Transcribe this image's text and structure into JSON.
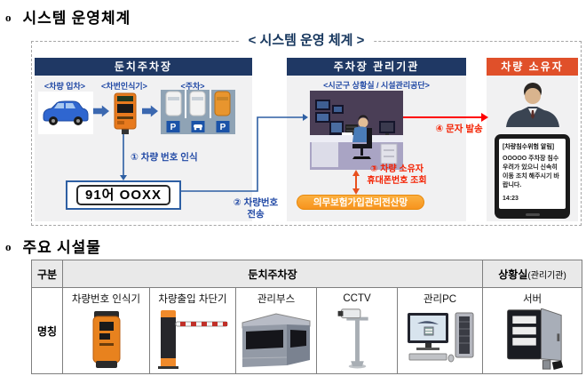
{
  "sections": {
    "bullet": "o",
    "system_title": "시스템 운영체계",
    "facilities_title": "주요 시설물"
  },
  "diagram": {
    "caption": "< 시스템 운영 체계 >",
    "parking_lot": {
      "header": "둔치주차장",
      "entry_label": "<차량 입차>",
      "recognizer_label": "<차번인식기>",
      "parking_label": "<주차>",
      "p_sign": "P",
      "step1": "① 차량 번호 인식",
      "plate_number": "91어 OOXX",
      "step2_line1": "② 차량번호",
      "step2_line2": "전송"
    },
    "agency": {
      "header": "주차장 관리기관",
      "room_label": "<시군구 상황실 / 시설관리공단>",
      "step3_line1": "③ 차량 소유자",
      "step3_line2": "휴대폰번호 조회",
      "network_label": "의무보험가입관리전산망",
      "step4": "④ 문자 발송"
    },
    "owner": {
      "header": "차량 소유자",
      "sms_title": "[차량침수위험 알림]",
      "sms_body": "OOOOO 주차장 침수 우려가 있으니 신속히 이동 조치 해주시기 바랍니다.",
      "sms_time": "14:23"
    }
  },
  "facilities_table": {
    "header": {
      "category": "구분",
      "group_parking": "둔치주차장",
      "group_control_main": "상황실",
      "group_control_sub": "(관리기관)"
    },
    "row_label": "명칭",
    "items": [
      {
        "label": "차량번호 인식기",
        "icon": "lpr-kiosk-icon"
      },
      {
        "label": "차량출입 차단기",
        "icon": "barrier-gate-icon"
      },
      {
        "label": "관리부스",
        "icon": "booth-icon"
      },
      {
        "label": "CCTV",
        "icon": "cctv-icon"
      },
      {
        "label": "관리PC",
        "icon": "management-pc-icon"
      },
      {
        "label": "서버",
        "icon": "server-icon"
      }
    ]
  },
  "colors": {
    "navy_header": "#1F3864",
    "vermillion_header": "#E0502A",
    "panel_bg": "#F1F1F2",
    "blue_text": "#2149A5",
    "arrow_blue": "#3B68B0",
    "line_blue": "#2E5FA3",
    "red": "#FF0000",
    "red_orange": "#F42000",
    "button_orange": "#F7941E",
    "table_header_bg": "#E9E9E9"
  }
}
